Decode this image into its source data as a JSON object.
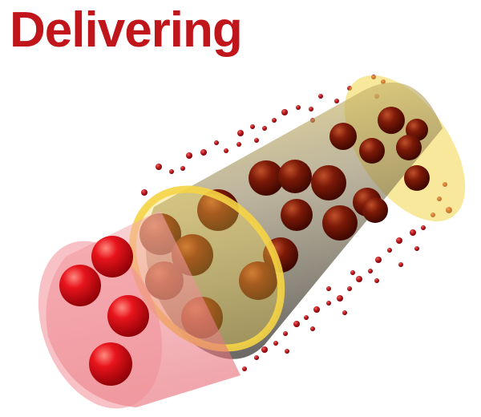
{
  "title": "Delivering",
  "colors": {
    "title": "#c0151b",
    "sphere_red": "#e3141c",
    "sphere_dark": "#7a1408",
    "capsule_yellow": "#f3d64a",
    "capsule_pink": "#f29aa2",
    "particle": "#b3141c"
  },
  "icons": [
    "capsule-illustration",
    "red-sphere",
    "dark-sphere",
    "particle-dot"
  ]
}
